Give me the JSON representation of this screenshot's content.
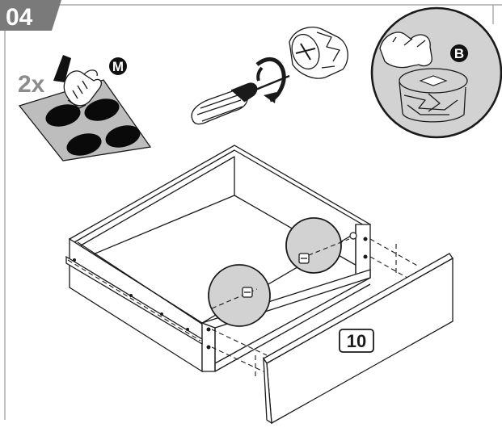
{
  "step": {
    "number": "04",
    "color": "#7a7a7a"
  },
  "pad_item": {
    "quantity": "2x",
    "badge": "M",
    "icon": "felt-pad-sheet-icon"
  },
  "cam_item": {
    "badge": "B",
    "icon": "cam-lock-icon"
  },
  "tool": {
    "icon": "screwdriver-icon"
  },
  "panel": {
    "part_number": "10"
  },
  "colors": {
    "pad": "#0a0a0a",
    "sheet": "#bdbdbd",
    "detail_fill": "#d2d2d2",
    "badge": "#111111",
    "line": "#1a1a1a"
  }
}
